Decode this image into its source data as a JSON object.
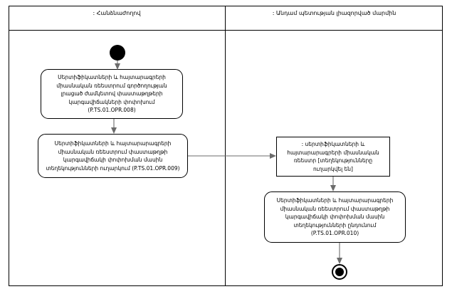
{
  "diagram": {
    "kind": "uml-activity-diagram",
    "line_color": "#6b6b6b",
    "stroke_color": "#000000",
    "background": "#ffffff",
    "lanes": [
      {
        "id": "lane-commission",
        "title": ": Հանձնաժողով"
      },
      {
        "id": "lane-member-state-body",
        "title": ": Անդամ պետության լիազորված մարմին"
      }
    ],
    "nodes": {
      "initial": {
        "type": "initial-node",
        "label": ""
      },
      "final": {
        "type": "activity-final-node",
        "label": ""
      },
      "action_opr008": {
        "type": "action",
        "lane": "lane-commission",
        "text": "Սերտիֆիկատների և հայտարագրերի միասնական ռեեստրում գործողության լրացած ժամկետով փաստաթղթերի կարգավիճակների փոփոխում (P.TS.01.OPR.008)",
        "code": "P.TS.01.OPR.008"
      },
      "action_opr009": {
        "type": "action",
        "lane": "lane-commission",
        "text": "Սերտիֆիկատների և հայտարարագրերի միասնական ռեեստրում փաստաթղթի կարգավիճակի փոփոխման մասին տեղեկությունների ուղարկում (P.TS.01.OPR.009)",
        "code": "P.TS.01.OPR.009"
      },
      "object_registry": {
        "type": "object-node",
        "lane": "lane-member-state-body",
        "text": ": սերտիֆիկատների և հայտարարագրերի միասնական ռեեստր [տեղեկությունները ուղարկվել են]",
        "state": "[տեղեկությունները ուղարկվել են]"
      },
      "action_opr010": {
        "type": "action",
        "lane": "lane-member-state-body",
        "text": "Սերտիֆիկատների և հայտարարագրերի միասնական ռեեստրում փաստաթղթի կարգավիճակի փոփոխման մասին տեղեկությունների ընդունում (P.TS.01.OPR.010)",
        "code": "P.TS.01.OPR.010"
      }
    },
    "edges": [
      {
        "from": "initial",
        "to": "action_opr008"
      },
      {
        "from": "action_opr008",
        "to": "action_opr009"
      },
      {
        "from": "action_opr009",
        "to": "object_registry"
      },
      {
        "from": "object_registry",
        "to": "action_opr010"
      },
      {
        "from": "action_opr010",
        "to": "final"
      }
    ]
  }
}
